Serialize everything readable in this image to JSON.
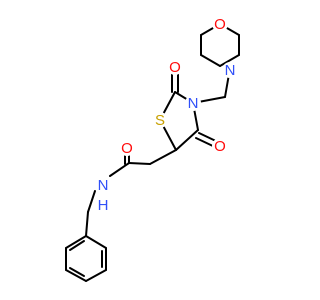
{
  "colors": {
    "background": "#ffffff",
    "bond": "#000000",
    "O": "#ff0d0d",
    "N": "#3050f8",
    "S": "#c8a000"
  },
  "atoms": {
    "o_morpholine": {
      "symbol": "O",
      "color_key": "O"
    },
    "n_morpholine": {
      "symbol": "N",
      "color_key": "N"
    },
    "o_c2": {
      "symbol": "O",
      "color_key": "O"
    },
    "n_thiazolidine": {
      "symbol": "N",
      "color_key": "N"
    },
    "s_thiazolidine": {
      "symbol": "S",
      "color_key": "S"
    },
    "o_c4": {
      "symbol": "O",
      "color_key": "O"
    },
    "o_amide": {
      "symbol": "O",
      "color_key": "O"
    },
    "nh_amide": {
      "symbol": "N",
      "sub": "H",
      "color_key": "N"
    }
  }
}
